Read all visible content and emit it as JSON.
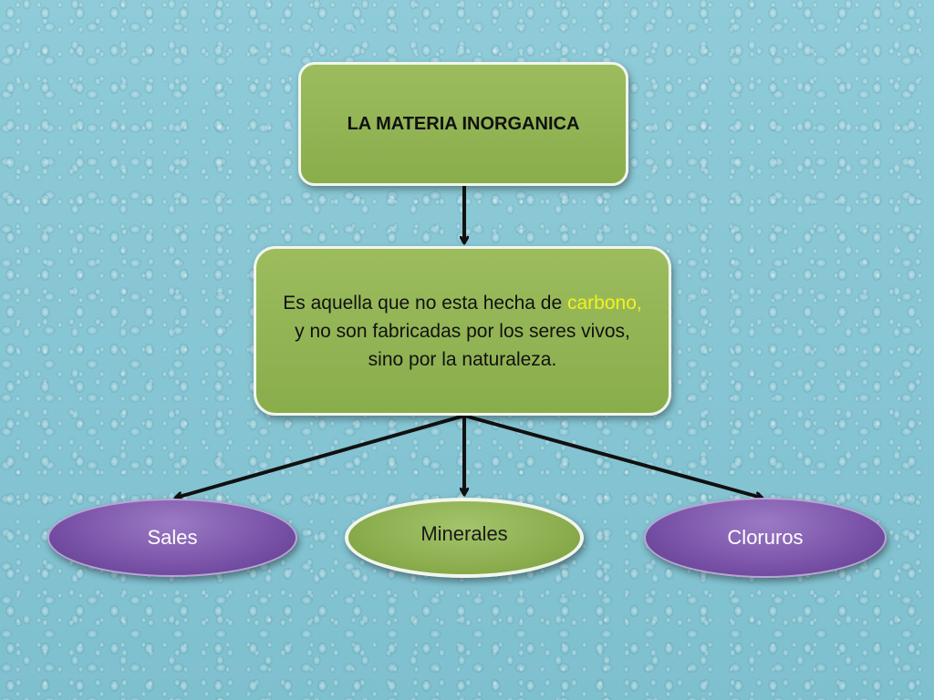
{
  "diagram": {
    "title": "LA MATERIA INORGANICA",
    "definition": {
      "part1": "Es aquella que no esta hecha de ",
      "highlight": "carbono,",
      "part2": " y no son fabricadas por los seres vivos, sino por la naturaleza."
    },
    "children": [
      {
        "label": "Sales"
      },
      {
        "label": "Minerales"
      },
      {
        "label": "Cloruros"
      }
    ]
  },
  "colors": {
    "background": "#86c6d4",
    "box_green": "#8fb053",
    "oval_purple": "#7c55aa",
    "highlight_yellow": "#f3f21c",
    "connector": "#111111"
  }
}
